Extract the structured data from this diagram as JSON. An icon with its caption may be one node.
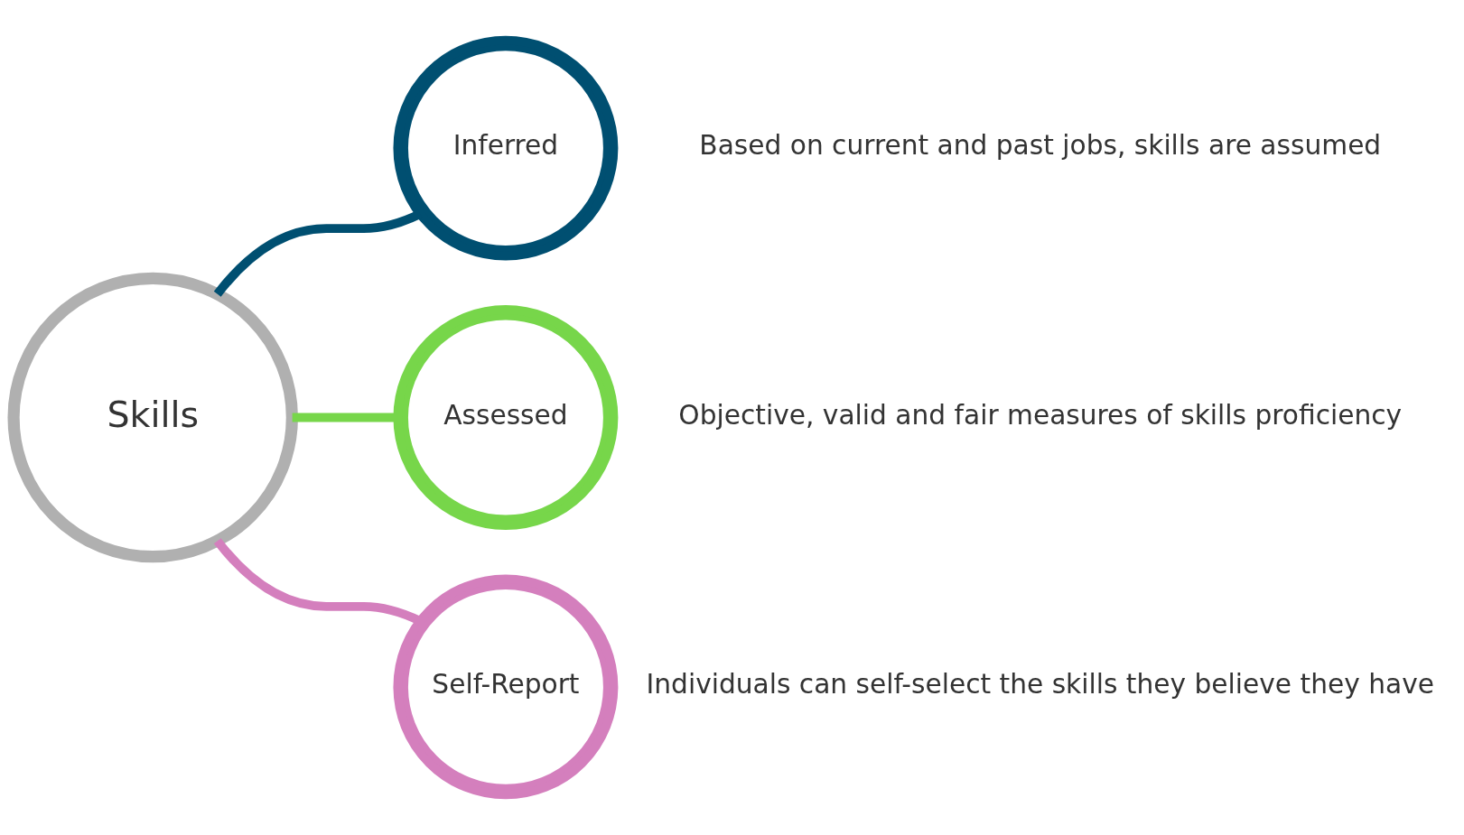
{
  "diagram": {
    "nodes": [
      {
        "text": [
          "Skills"
        ]
      },
      {
        "text": [
          "Inferred"
        ],
        "beside": [
          "Based on current and past jobs, skills are assumed"
        ]
      },
      {
        "text": [
          "Assessed"
        ],
        "beside": [
          "Objective, valid and fair measures of skills proficiency"
        ]
      },
      {
        "text": [
          "Self-Report"
        ],
        "beside": [
          "Individuals can self-select the skills they believe they have"
        ]
      }
    ],
    "edges": [
      {
        "from": 0,
        "to": 1,
        "arrow": "none",
        "color": "#004f71"
      },
      {
        "from": 0,
        "to": 2,
        "arrow": "none",
        "color": "#77d64a"
      },
      {
        "from": 0,
        "to": 3,
        "arrow": "none",
        "color": "#d47fbd"
      }
    ]
  }
}
